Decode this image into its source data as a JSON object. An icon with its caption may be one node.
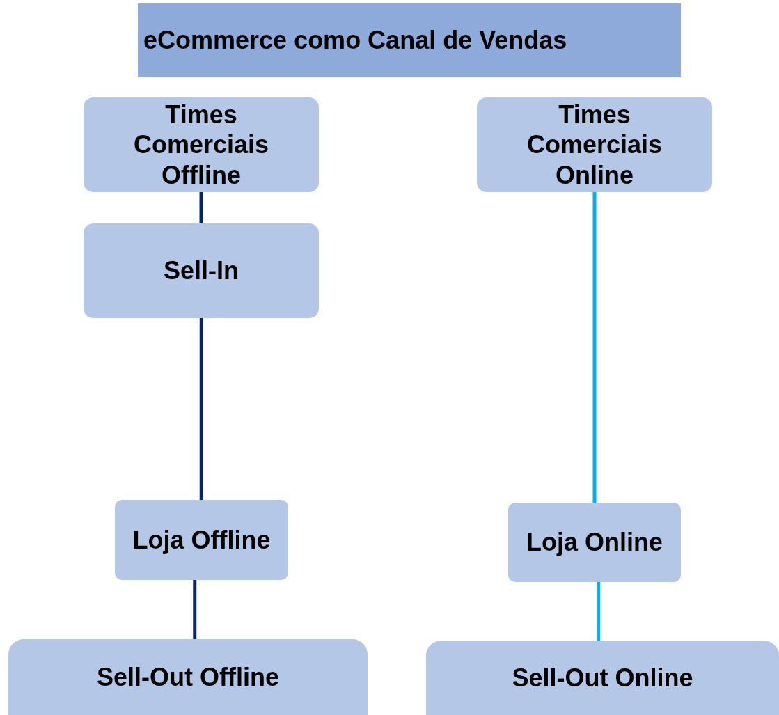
{
  "diagram": {
    "title": "eCommerce como Canal de Vendas",
    "nodes": [
      {
        "text": [
          "Times Comerciais Offline"
        ]
      },
      {
        "text": [
          "Times Comerciais Online"
        ]
      },
      {
        "text": [
          "Sell-In"
        ]
      },
      {
        "text": [
          "Loja Offline"
        ]
      },
      {
        "text": [
          "Loja Online"
        ]
      },
      {
        "text": [
          "Sell-Out Offline"
        ]
      },
      {
        "text": [
          "Sell-Out Online"
        ]
      }
    ],
    "edges": [
      {
        "from": 0,
        "to": 2,
        "arrow": "none"
      },
      {
        "from": 2,
        "to": 3,
        "arrow": "none"
      },
      {
        "from": 3,
        "to": 5,
        "arrow": "none"
      },
      {
        "from": 1,
        "to": 4,
        "arrow": "none",
        "color": "#00b0f0"
      },
      {
        "from": 4,
        "to": 6,
        "arrow": "none",
        "color": "#00b0f0"
      }
    ]
  }
}
